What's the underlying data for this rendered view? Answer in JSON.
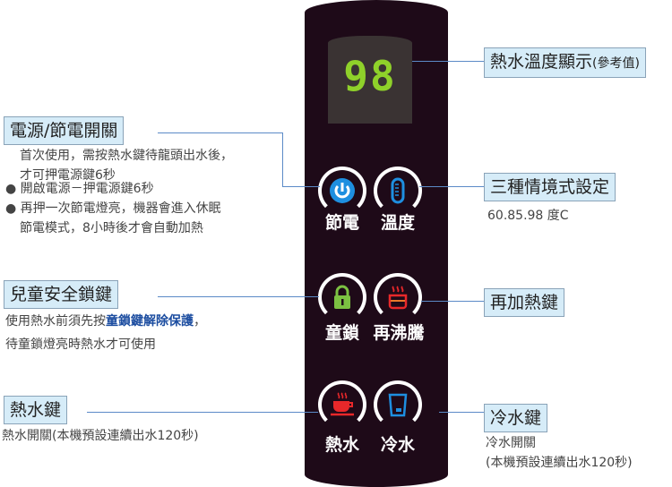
{
  "display": {
    "value": "98"
  },
  "buttons": [
    {
      "label_a": "節電",
      "label_b": "溫度"
    },
    {
      "label_a": "童鎖",
      "label_b": "再沸騰"
    },
    {
      "label_a": "熱水",
      "label_b": "冷水"
    }
  ],
  "left": {
    "power": {
      "title": "電源/節電開關",
      "lines": [
        "首次使用，需按熱水鍵待龍頭出水後，",
        "才可押電源鍵6秒",
        "開啟電源－押電源鍵6秒",
        "再押一次節電燈亮，機器會進入休眠",
        "節電模式，8小時後才會自動加熱"
      ]
    },
    "lock": {
      "title": "兒童安全鎖鍵",
      "line1_a": "使用熱水前須先按",
      "line1_b": "童鎖鍵解除保護",
      "line1_c": "，",
      "line2": "待童鎖燈亮時熱水才可使用"
    },
    "hot": {
      "title": "熱水鍵",
      "desc": "熱水開關(本機預設連續出水120秒)"
    }
  },
  "right": {
    "display": {
      "title": "熱水溫度顯示",
      "note": "(參考值)"
    },
    "modes": {
      "title": "三種情境式設定",
      "desc": "60.85.98 度C"
    },
    "reheat": {
      "title": "再加熱鍵"
    },
    "cold": {
      "title": "冷水鍵",
      "desc1": "冷水開關",
      "desc2": "(本機預設連續出水120秒)"
    }
  }
}
